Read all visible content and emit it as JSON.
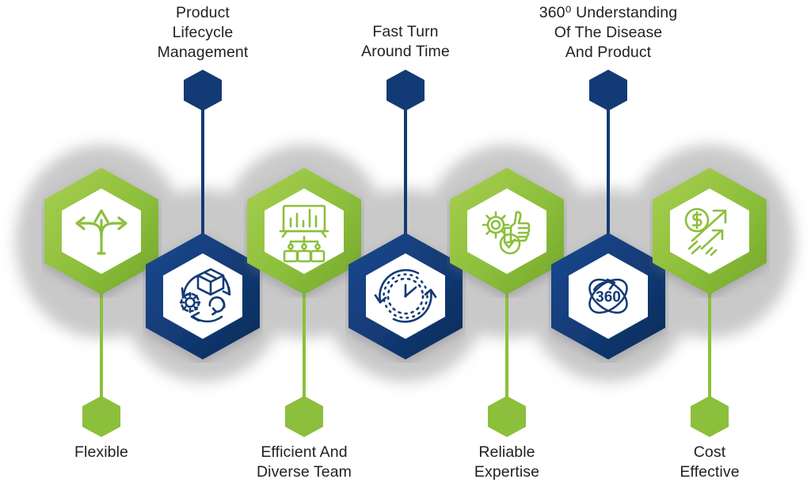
{
  "graphic": {
    "title": "Why Choose Us — Capabilities Infographic",
    "type": "hexagon-chain-infographic",
    "colors": {
      "green": "#8cbf3c",
      "green_dark": "#7aae2e",
      "green_light": "#a9cf4e",
      "navy": "#123a75",
      "navy_dark": "#0d2f63",
      "navy_light": "#1b4a90",
      "backdrop_gray": "#c9c9c9",
      "text": "#231f20",
      "tile_face": "#ffffff"
    }
  },
  "nodes": [
    {
      "id": "flexible",
      "label": "Flexible",
      "color": "green",
      "position": "low",
      "label_position": "bottom",
      "icon": "three-way-arrows-icon"
    },
    {
      "id": "product-lifecycle-management",
      "label": "Product\nLifecycle\nManagement",
      "color": "navy",
      "position": "high",
      "label_position": "top",
      "icon": "box-gear-recycle-icon"
    },
    {
      "id": "efficient-and-diverse-team",
      "label": "Efficient And\nDiverse Team",
      "color": "green",
      "position": "low",
      "label_position": "bottom",
      "icon": "chart-org-tree-icon"
    },
    {
      "id": "fast-turn-around-time",
      "label": "Fast Turn\nAround Time",
      "color": "navy",
      "position": "high",
      "label_position": "top",
      "icon": "clock-arrows-icon"
    },
    {
      "id": "reliable-expertise",
      "label": "Reliable\nExpertise",
      "color": "green",
      "position": "low",
      "label_position": "bottom",
      "icon": "gear-thumbsup-check-icon"
    },
    {
      "id": "360-understanding-of-the-disease-and-product",
      "label": "360⁰ Understanding\nOf The Disease\nAnd Product",
      "color": "navy",
      "position": "high",
      "label_position": "top",
      "icon": "360-orbit-icon"
    },
    {
      "id": "cost-effective",
      "label": "Cost\nEffective",
      "color": "green",
      "position": "low",
      "label_position": "bottom",
      "icon": "dollar-growth-arrows-icon"
    }
  ],
  "chart_data": {
    "type": "diagram",
    "title": "Capability hexagon chain",
    "categories": [
      "Flexible",
      "Product Lifecycle Management",
      "Efficient And Diverse Team",
      "Fast Turn Around Time",
      "Reliable Expertise",
      "360⁰ Understanding Of The Disease And Product",
      "Cost Effective"
    ],
    "series": [
      {
        "name": "tile color",
        "values": [
          "green",
          "navy",
          "green",
          "navy",
          "green",
          "navy",
          "green"
        ]
      },
      {
        "name": "vertical offset",
        "values": [
          "low",
          "high",
          "low",
          "high",
          "low",
          "high",
          "low"
        ]
      },
      {
        "name": "caption side",
        "values": [
          "bottom",
          "top",
          "bottom",
          "top",
          "bottom",
          "top",
          "bottom"
        ]
      }
    ],
    "legend": [],
    "grid": false
  }
}
